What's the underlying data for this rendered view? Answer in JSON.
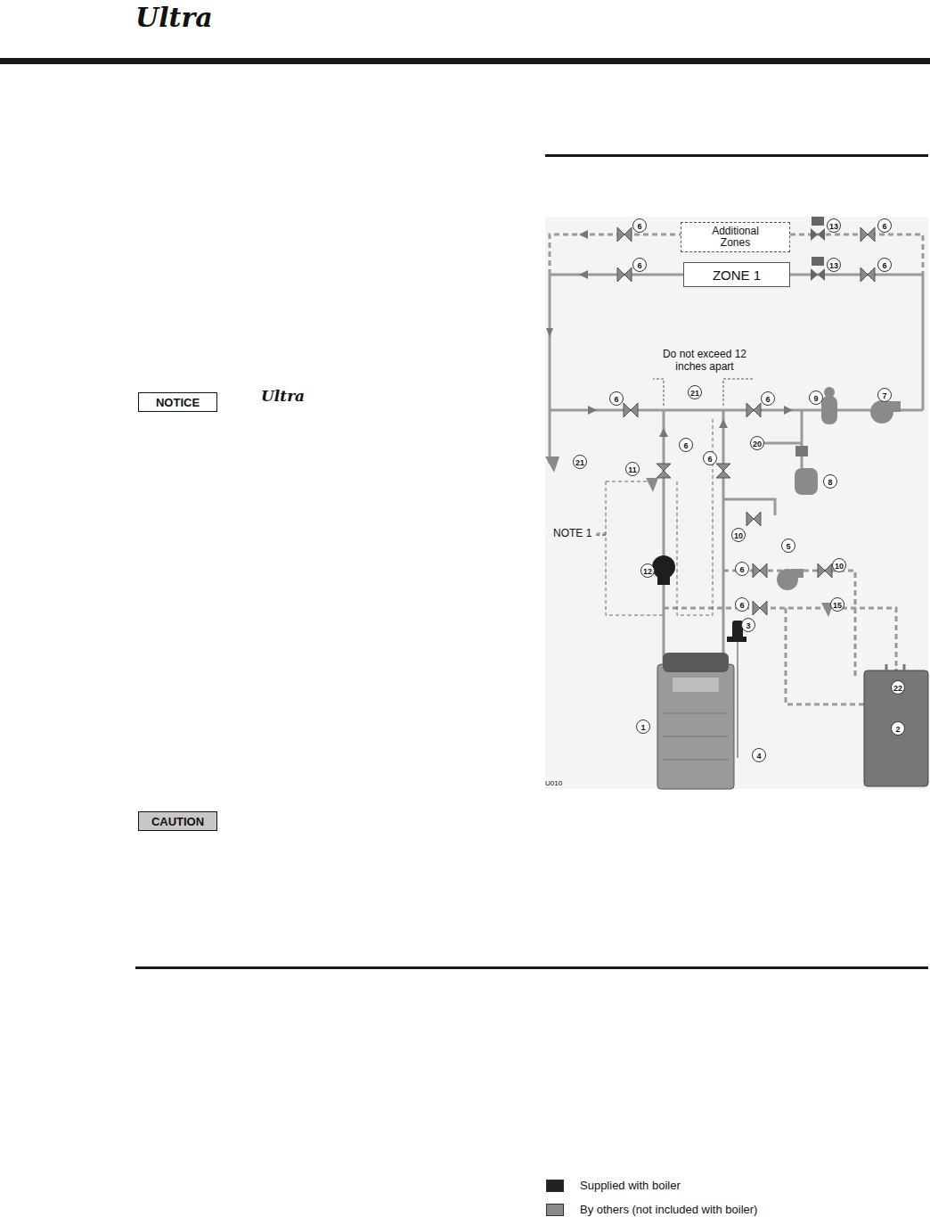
{
  "diagram": {
    "nodes": [
      {
        "text": [
          "NOTICE"
        ]
      },
      {
        "text": [
          "CAUTION"
        ]
      },
      {
        "text": [
          "Additional Zones"
        ]
      },
      {
        "text": [
          "ZONE 1"
        ]
      }
    ],
    "labels": [
      "Ultra",
      "Ultra",
      "6",
      "13",
      "6",
      "6",
      "13",
      "6",
      "Do not exceed 12 inches apart",
      "6",
      "21",
      "6",
      "9",
      "7",
      "20",
      "21",
      "6",
      "11",
      "6",
      "8",
      "10",
      "NOTE 1",
      "12",
      "6",
      "5",
      "10",
      "6",
      "15",
      "3",
      "1",
      "4",
      "22",
      "2",
      "U010"
    ],
    "legend": [
      {
        "text": "Supplied with boiler",
        "color": "#222222"
      },
      {
        "text": "By others (not included with boiler)",
        "color": "#8a8a8a"
      }
    ]
  }
}
